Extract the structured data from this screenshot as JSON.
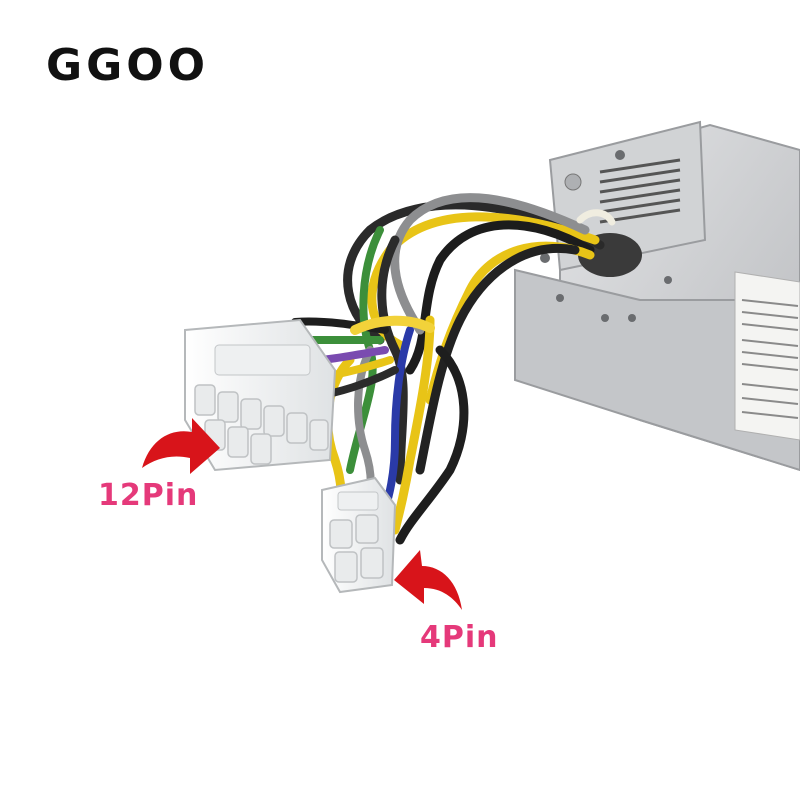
{
  "brand": {
    "logo_text": "GGOO"
  },
  "labels": {
    "twelve_pin": "12Pin",
    "four_pin": "4Pin"
  },
  "colors": {
    "label": "#e5397a",
    "arrow": "#d8141a",
    "logo": "#111111",
    "psu_body": "#c9cbcd"
  },
  "icons": {
    "arrow_12pin": "curved-arrow-icon",
    "arrow_4pin": "curved-arrow-icon"
  }
}
